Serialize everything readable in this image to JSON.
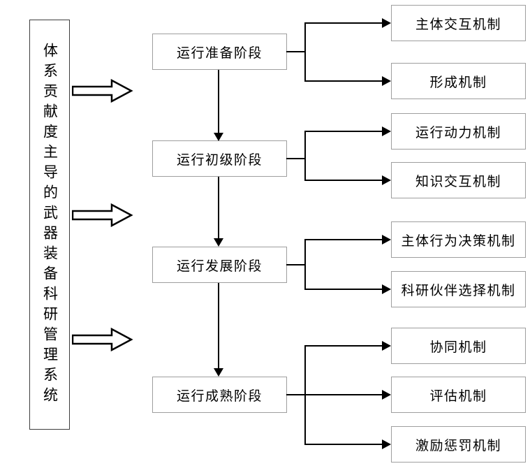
{
  "diagram": {
    "root": {
      "label": "体系贡献度主导的武器装备科研管理系统"
    },
    "stages": [
      {
        "label": "运行准备阶段",
        "mechanisms": [
          "主体交互机制",
          "形成机制"
        ]
      },
      {
        "label": "运行初级阶段",
        "mechanisms": [
          "运行动力机制",
          "知识交互机制"
        ]
      },
      {
        "label": "运行发展阶段",
        "mechanisms": [
          "主体行为决策机制",
          "科研伙伴选择机制"
        ]
      },
      {
        "label": "运行成熟阶段",
        "mechanisms": [
          "协同机制",
          "评估机制",
          "激励惩罚机制"
        ]
      }
    ],
    "colors": {
      "background": "#ffffff",
      "box_border": "#9e9e9e",
      "root_border": "#3d3d3d",
      "line": "#000000",
      "text": "#000000"
    }
  }
}
